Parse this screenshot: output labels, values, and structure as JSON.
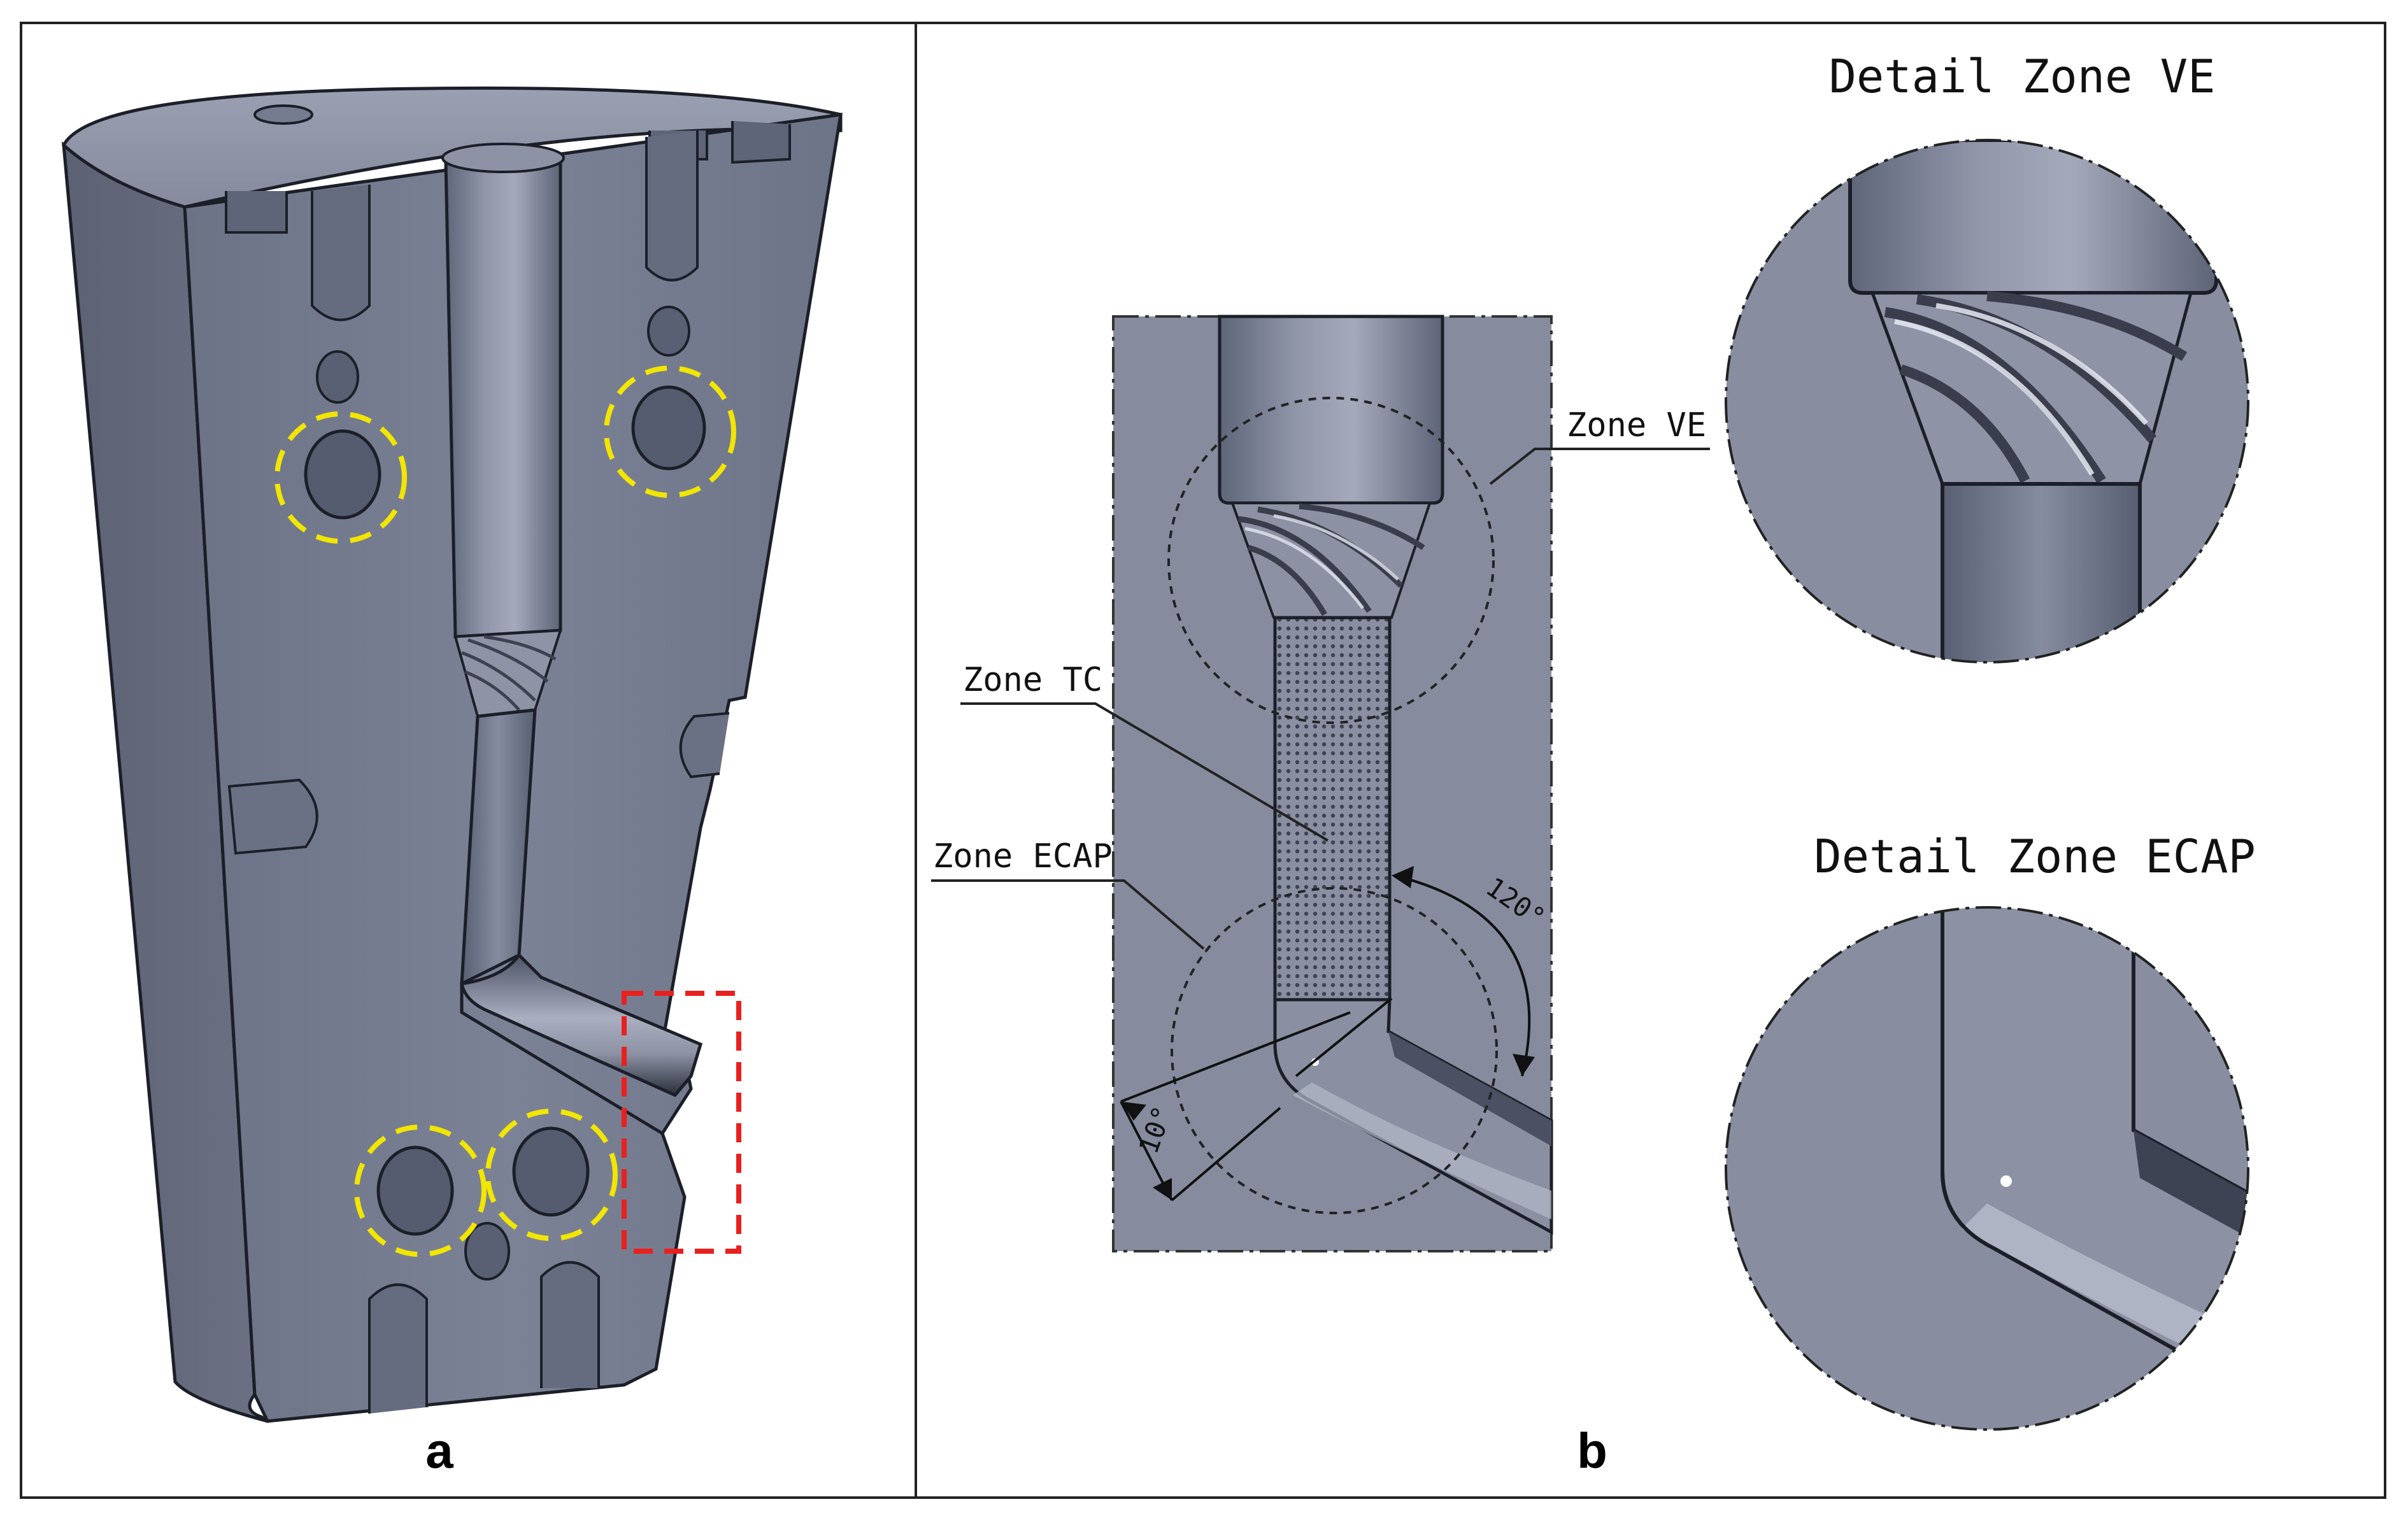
{
  "panel_a": {
    "letter": "a"
  },
  "panel_b": {
    "letter": "b",
    "labels": {
      "zone_ve": "Zone VE",
      "zone_tc": "Zone TC",
      "zone_ecap": "Zone ECAP"
    },
    "dimensions": {
      "angle": "120°",
      "offset": "10°"
    },
    "details": {
      "ve_title": "Detail Zone VE",
      "ecap_title": "Detail Zone ECAP"
    }
  },
  "colors": {
    "metal": "#7a8093",
    "metal_dark": "#5d6274",
    "highlight_yellow": "#f2e600",
    "highlight_red": "#e8201e"
  }
}
